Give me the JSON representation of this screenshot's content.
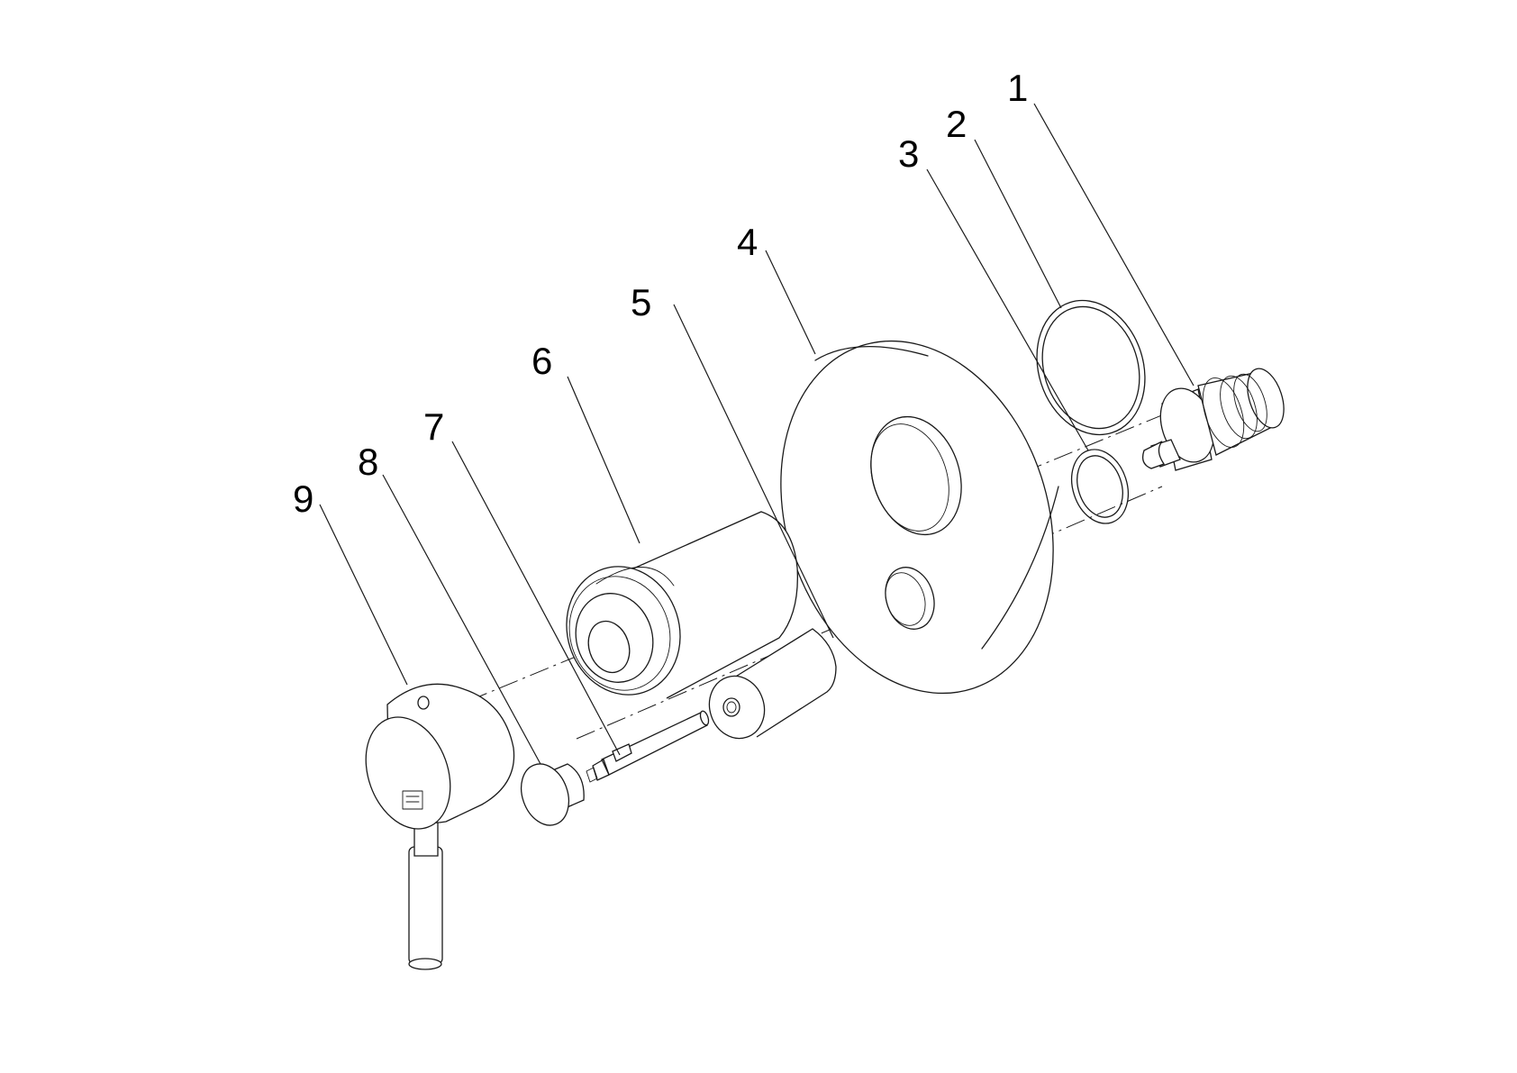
{
  "diagram": {
    "callouts": [
      {
        "id": "1",
        "label": "1"
      },
      {
        "id": "2",
        "label": "2"
      },
      {
        "id": "3",
        "label": "3"
      },
      {
        "id": "4",
        "label": "4"
      },
      {
        "id": "5",
        "label": "5"
      },
      {
        "id": "6",
        "label": "6"
      },
      {
        "id": "7",
        "label": "7"
      },
      {
        "id": "8",
        "label": "8"
      },
      {
        "id": "9",
        "label": "9"
      }
    ]
  }
}
